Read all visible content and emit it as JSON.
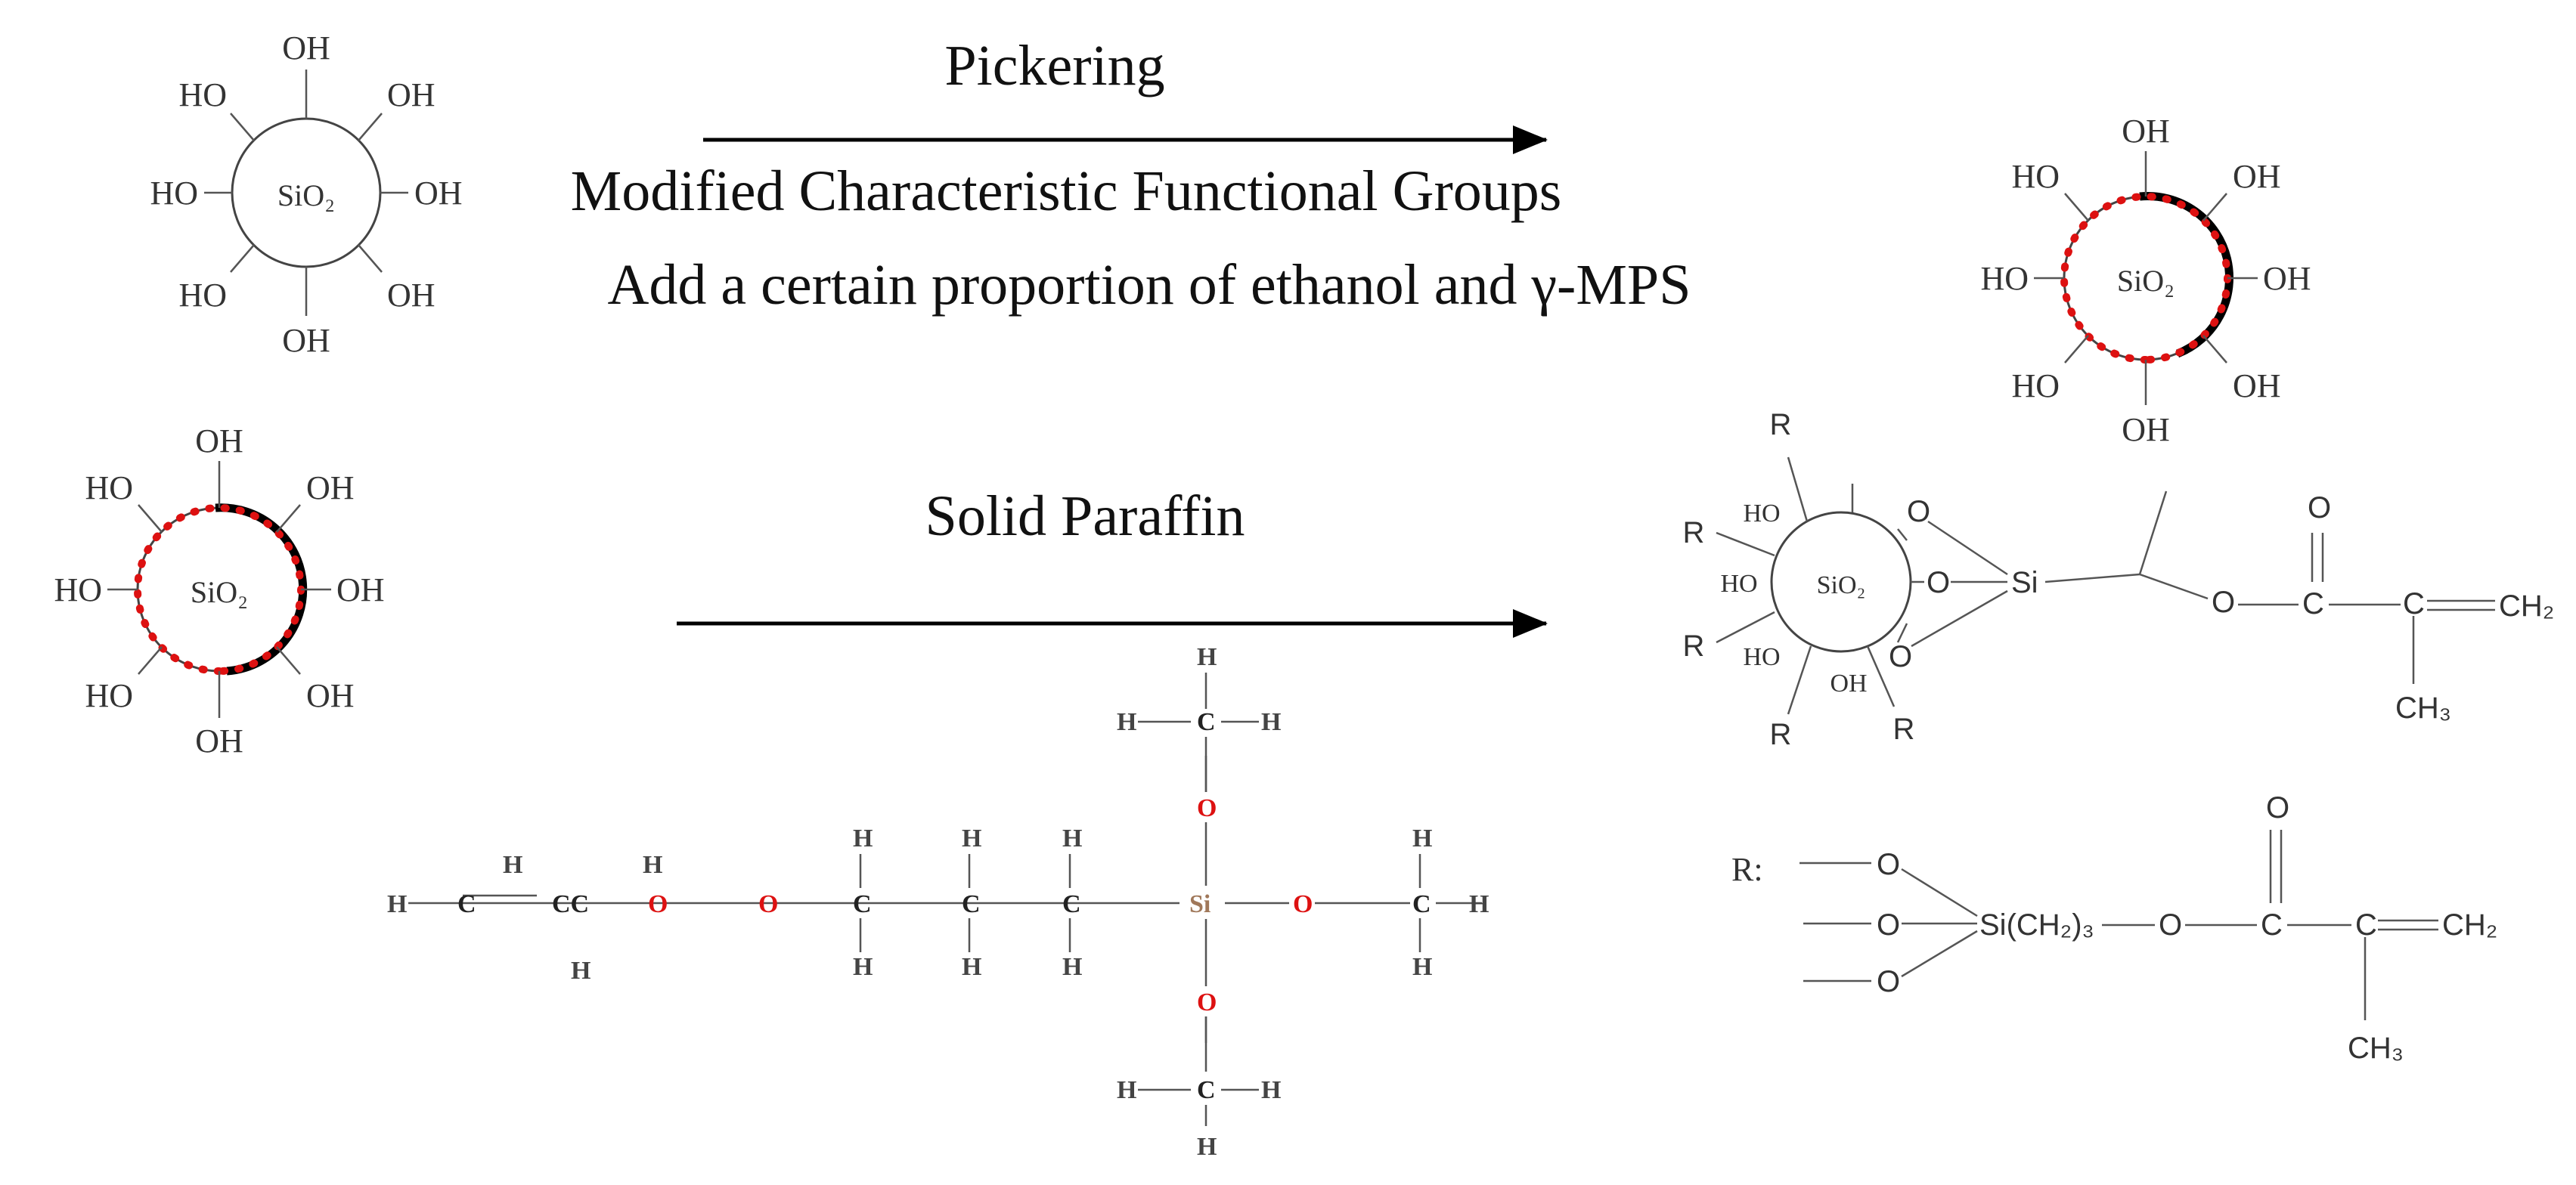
{
  "captions": {
    "top_1": "Pickering",
    "top_2": "Modified Characteristic Functional Groups",
    "top_3": "Add a certain proportion of ethanol and γ-MPS",
    "bottom_1": "Solid Paraffin"
  },
  "labels": {
    "oh": "OH",
    "ho": "HO",
    "sio2": "SiO₂",
    "r": "R",
    "r_def": "R:",
    "si": "Si",
    "o": "O",
    "c": "C",
    "ch2": "CH₂",
    "ch3": "CH₃",
    "sich2_3": "Si(CH₂)₃",
    "h": "H",
    "cc": "CC"
  },
  "colors": {
    "text": "#111111",
    "line": "#444444",
    "modified_dots": "#dd1111",
    "arrow": "#000000",
    "oxygen": "#dd1111",
    "silicon": "#a0785a"
  }
}
